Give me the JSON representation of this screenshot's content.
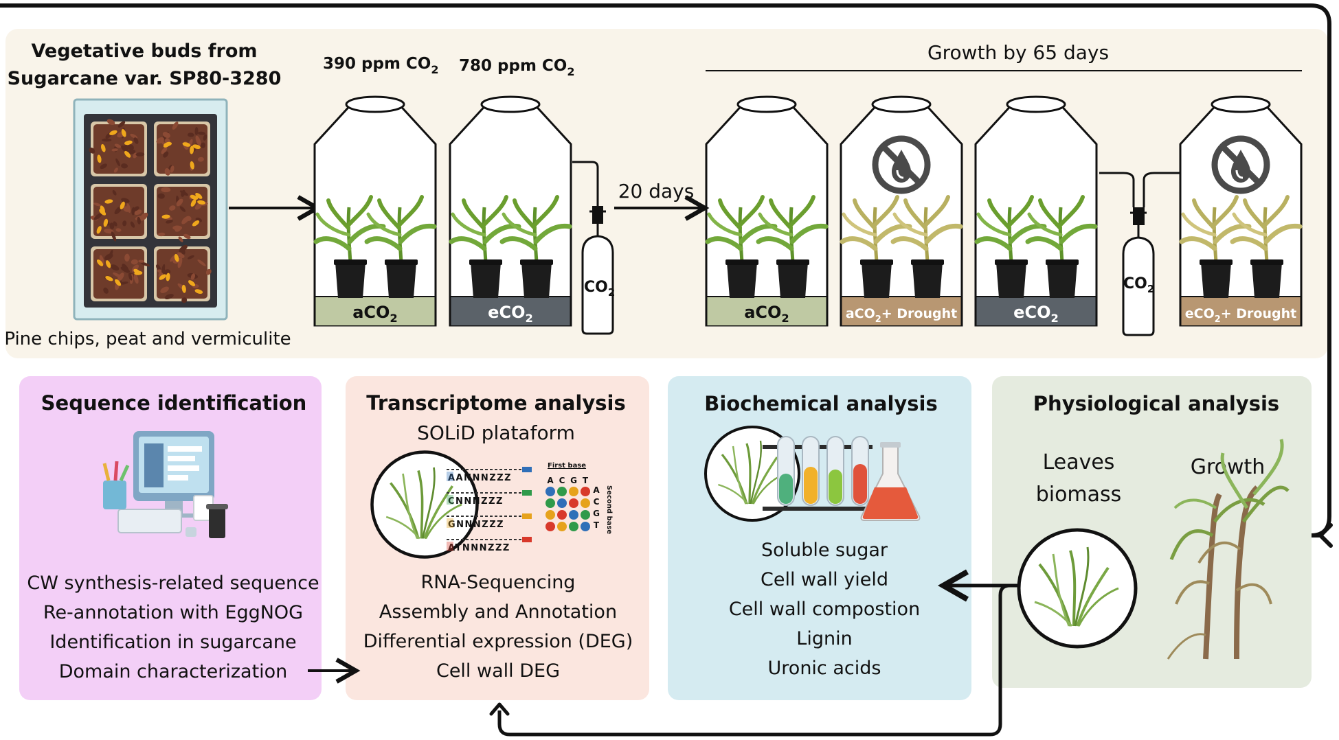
{
  "colors": {
    "top_panel": "#f9f4ea",
    "seq_box": "#f3cff7",
    "trans_box": "#fbe6df",
    "bio_box": "#d5ebf1",
    "phys_box": "#e5ebdf",
    "aco2_base": "#bfc9a3",
    "eco2_base": "#5b6269",
    "drought_base": "#b89772",
    "leaf_green": "#6a9e2e",
    "leaf_dry": "#b8b060"
  },
  "source": {
    "title_line1": "Vegetative buds from",
    "title_line2": "Sugarcane var. SP80-3280",
    "substrate": "Pine chips, peat and vermiculite"
  },
  "initial_chambers": [
    {
      "ppm_label": "390 ppm CO",
      "sub": "2",
      "base_text": "aCO",
      "base_sub": "2",
      "base_suffix": ""
    },
    {
      "ppm_label": "780 ppm CO",
      "sub": "2",
      "base_text": "eCO",
      "base_sub": "2",
      "base_suffix": ""
    }
  ],
  "cylinder_label": {
    "text": "CO",
    "sub": "2"
  },
  "transition_label": "20 days",
  "growth_label": "Growth by 65 days",
  "final_chambers": [
    {
      "base_text": "aCO",
      "base_sub": "2",
      "base_suffix": "",
      "drought": false
    },
    {
      "base_text": "aCO",
      "base_sub": "2",
      "base_suffix": "+ Drought",
      "drought": true
    },
    {
      "base_text": "eCO",
      "base_sub": "2",
      "base_suffix": "",
      "drought": false
    },
    {
      "base_text": "eCO",
      "base_sub": "2",
      "base_suffix": "+ Drought",
      "drought": true
    }
  ],
  "sequence": {
    "title": "Sequence identification",
    "items": [
      "CW synthesis-related sequence",
      "Re-annotation with EggNOG",
      "Identification in sugarcane",
      "Domain characterization"
    ]
  },
  "transcriptome": {
    "title": "Transcriptome analysis",
    "subtitle": "SOLiD plataform",
    "reads": [
      "AANNNZZZ",
      "CNNNZZZ",
      "GNNNZZZ",
      "ATNNNZZZ"
    ],
    "first_base_label": "First base",
    "second_base_label": "Second base",
    "bases": [
      "A",
      "C",
      "G",
      "T"
    ],
    "items": [
      "RNA-Sequencing",
      "Assembly and Annotation",
      "Differential expression (DEG)",
      "Cell wall DEG"
    ]
  },
  "biochemical": {
    "title": "Biochemical  analysis",
    "items": [
      "Soluble sugar",
      "Cell wall yield",
      "Cell wall compostion",
      "Lignin",
      "Uronic acids"
    ]
  },
  "physiological": {
    "title": "Physiological  analysis",
    "leaves_line1": "Leaves",
    "leaves_line2": "biomass",
    "growth": "Growth"
  }
}
